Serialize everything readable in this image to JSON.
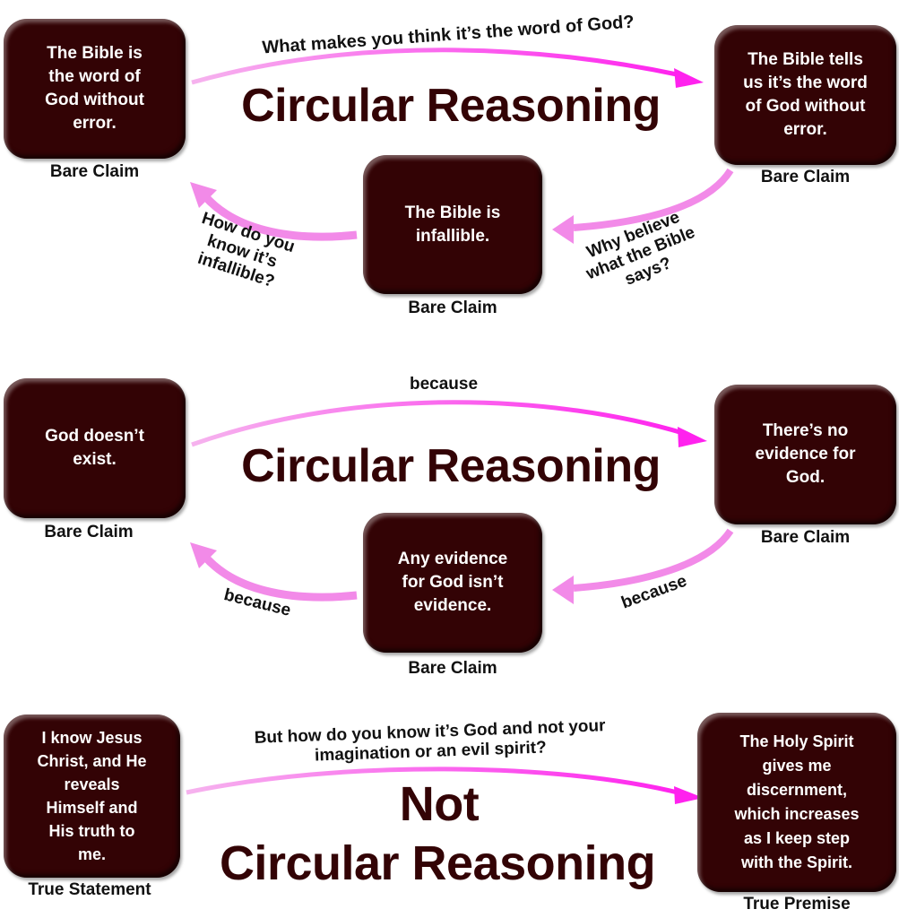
{
  "colors": {
    "box_fill": "#330305",
    "title_color": "#330305",
    "arrow_pink": "#ff33ee",
    "arrow_light_pink": "#f28ae8",
    "caption_color": "#111111"
  },
  "section1": {
    "title": "Circular Reasoning",
    "boxes": [
      {
        "text": "The Bible is\nthe word of\nGod without\nerror.",
        "caption": "Bare Claim"
      },
      {
        "text": "The Bible tells\nus it’s the word\nof God without\nerror.",
        "caption": "Bare Claim"
      },
      {
        "text": "The Bible is\ninfallible.",
        "caption": "Bare Claim"
      }
    ],
    "arrows": [
      {
        "label": "What makes you think it’s the word of God?"
      },
      {
        "label": "Why believe\nwhat the Bible\nsays?"
      },
      {
        "label": "How do you\nknow it’s\ninfallible?"
      }
    ]
  },
  "section2": {
    "title": "Circular Reasoning",
    "boxes": [
      {
        "text": "God doesn’t\nexist.",
        "caption": "Bare Claim"
      },
      {
        "text": "There’s no\nevidence for\nGod.",
        "caption": "Bare Claim"
      },
      {
        "text": "Any evidence\nfor God isn’t\nevidence.",
        "caption": "Bare Claim"
      }
    ],
    "arrows": [
      {
        "label": "because"
      },
      {
        "label": "because"
      },
      {
        "label": "because"
      }
    ]
  },
  "section3": {
    "title_line1": "Not",
    "title_line2": "Circular Reasoning",
    "boxes": [
      {
        "text": "I know Jesus\nChrist, and He\nreveals\nHimself and\nHis truth to\nme.",
        "caption": "True Statement"
      },
      {
        "text": "The Holy Spirit\ngives me\ndiscernment,\nwhich increases\nas I keep step\nwith the Spirit.",
        "caption": "True Premise"
      }
    ],
    "arrows": [
      {
        "label": "But how do you know it’s God and not your\nimagination or an evil spirit?"
      }
    ]
  }
}
